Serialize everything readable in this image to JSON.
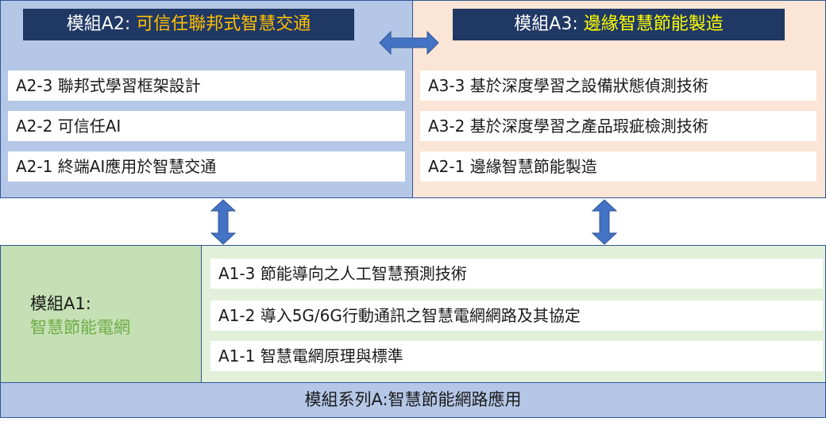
{
  "module_a2": {
    "title_prefix": "模組A2: ",
    "title_accent": "可信任聯邦式智慧交通",
    "items": [
      "A2-3 聯邦式學習框架設計",
      "A2-2 可信任AI",
      "A2-1 終端AI應用於智慧交通"
    ]
  },
  "module_a3": {
    "title_prefix": "模組A3: ",
    "title_accent": "邊緣智慧節能製造",
    "items": [
      "A3-3 基於深度學習之設備狀態偵測技術",
      "A3-2 基於深度學習之產品瑕疵檢測技術",
      "A2-1 邊緣智慧節能製造"
    ]
  },
  "module_a1": {
    "title": "模組A1:",
    "subtitle": "智慧節能電網",
    "items": [
      "A1-3 節能導向之人工智慧預測技術",
      "A1-2 導入5G/6G行動通訊之智慧電網網路及其協定",
      "A1-1 智慧電網原理與標準"
    ]
  },
  "footer": {
    "label": "模組系列A:智慧節能網路應用"
  },
  "colors": {
    "a2_panel": "#b4c7e7",
    "a3_panel": "#fbe5d6",
    "a1_left_panel": "#c5e0b4",
    "a1_right_panel": "#e2f0d9",
    "header_bg": "#203864",
    "a2_accent": "#ffc000",
    "a3_accent": "#ffff00",
    "a1_subtitle": "#70ad47",
    "arrow": "#4472c4"
  },
  "arrows": [
    {
      "name": "a2-a3-double-arrow-icon",
      "direction": "horizontal"
    },
    {
      "name": "a2-a1-double-arrow-icon",
      "direction": "vertical"
    },
    {
      "name": "a3-a1-double-arrow-icon",
      "direction": "vertical"
    }
  ]
}
